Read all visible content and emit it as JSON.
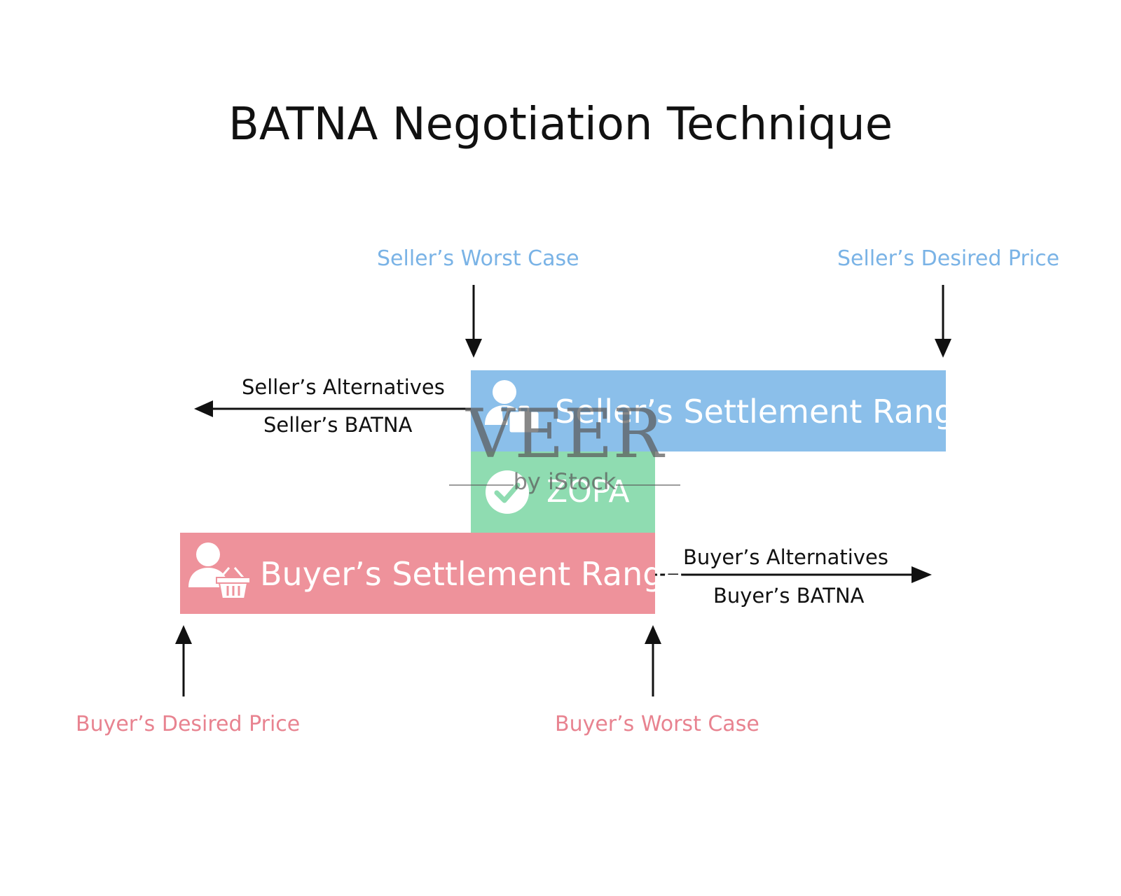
{
  "title": "BATNA Negotiation Technique",
  "seller": {
    "worst_case": "Seller’s Worst Case",
    "desired_price": "Seller’s Desired Price",
    "alternatives": "Seller’s Alternatives",
    "batna": "Seller’s BATNA",
    "range_label": "Seller’s Settlement Range"
  },
  "buyer": {
    "desired_price": "Buyer’s Desired Price",
    "worst_case": "Buyer’s Worst Case",
    "alternatives": "Buyer’s Alternatives",
    "batna": "Buyer’s BATNA",
    "range_label": "Buyer’s Settlement Range"
  },
  "zopa": {
    "label": "ZOPA"
  },
  "watermark": {
    "main": "VEER",
    "sub": "by iStock"
  },
  "colors": {
    "seller": "#8bbfea",
    "seller_text": "#7ab3e6",
    "buyer": "#ee929b",
    "buyer_text": "#e88390",
    "zopa": "#8fdcb1"
  },
  "icons": {
    "seller": "seller-person-icon",
    "buyer": "buyer-person-basket-icon",
    "zopa": "check-circle-icon"
  }
}
